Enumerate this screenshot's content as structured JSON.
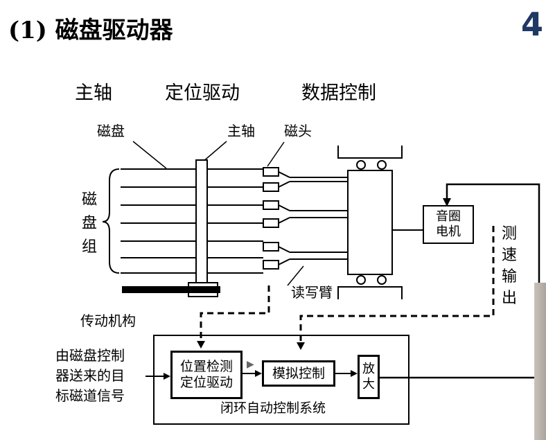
{
  "slide": {
    "title": "(1) 磁盘驱动器",
    "page_number": "4"
  },
  "categories": [
    "主轴",
    "定位驱动",
    "数据控制"
  ],
  "labels": {
    "platter": "磁盘",
    "spindle": "主轴",
    "head": "磁头",
    "disk_group": [
      "磁",
      "盘",
      "组"
    ],
    "read_write_arm": "读写臂",
    "transmission": "传动机构",
    "voice_coil_motor": [
      "音圈",
      "电机"
    ],
    "speed_output": [
      "测",
      "速",
      "输",
      "出"
    ],
    "input_signal": [
      "由磁盘控制",
      "器送来的目",
      "标磁道信号"
    ],
    "position_detect": [
      "位置检测",
      "定位驱动"
    ],
    "analog_control": "模拟控制",
    "amplify": [
      "放",
      "大"
    ],
    "closed_loop": "闭环自动控制系统"
  }
}
